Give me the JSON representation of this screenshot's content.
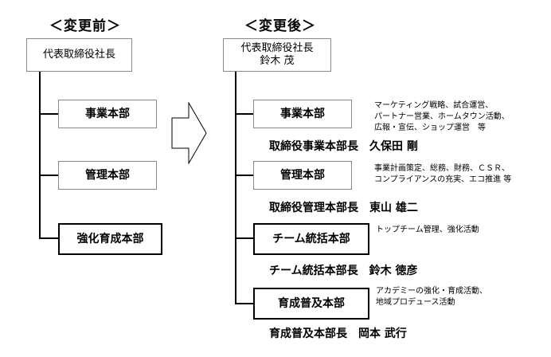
{
  "before": {
    "heading": "＜変更前＞",
    "top": "代表取締役社長",
    "units": [
      "事業本部",
      "管理本部",
      "強化育成本部"
    ]
  },
  "after": {
    "heading": "＜変更後＞",
    "top_title": "代表取締役社長",
    "top_name": "鈴木 茂",
    "units": [
      {
        "name": "事業本部",
        "desc": [
          "マーケティング戦略、試合運営、",
          "パートナー営業、ホームタウン活動、",
          "広報・宣伝、ショップ運営　等"
        ],
        "head": "取締役事業本部長　久保田 剛"
      },
      {
        "name": "管理本部",
        "desc": [
          "事業計画策定、総務、財務、ＣＳＲ、",
          "コンプライアンスの充実、エコ推進 等"
        ],
        "head": "取締役管理本部長　東山 雄二"
      },
      {
        "name": "チーム統括本部",
        "desc": [
          "トップチーム管理、強化活動"
        ],
        "head": "チーム統括本部長　鈴木 徳彦"
      },
      {
        "name": "育成普及本部",
        "desc": [
          "アカデミーの強化・育成活動、",
          "地域プロデュース活動"
        ],
        "head": "育成普及本部長　岡本 武行"
      }
    ]
  }
}
